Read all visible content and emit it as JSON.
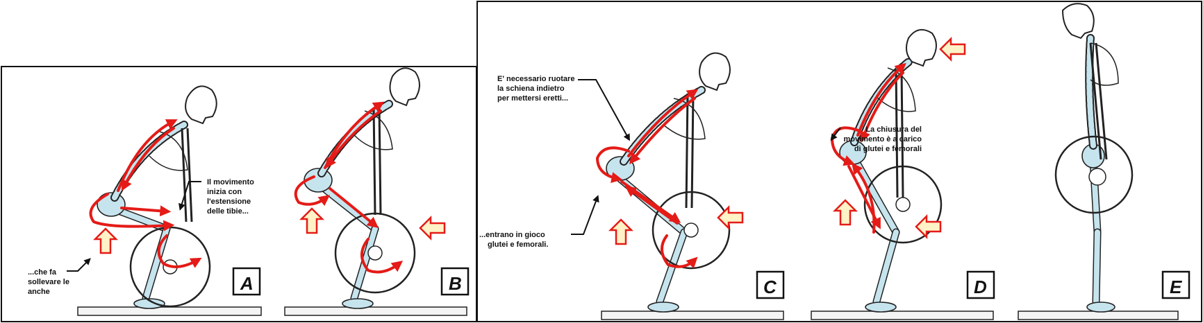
{
  "panels": [
    {
      "id": "A",
      "label": "A"
    },
    {
      "id": "B",
      "label": "B"
    },
    {
      "id": "C",
      "label": "C"
    },
    {
      "id": "D",
      "label": "D"
    },
    {
      "id": "E",
      "label": "E"
    }
  ],
  "annotations": {
    "a_tibie": [
      "Il movimento",
      "inizia con",
      "l'estensione",
      "delle tibie..."
    ],
    "a_anche": [
      "...che fa",
      "sollevare le",
      "anche"
    ],
    "c_schiena": [
      "E' necessario ruotare",
      "la schiena indietro",
      "per mettersi eretti..."
    ],
    "c_glutei": [
      "...entrano in gioco",
      "glutei e femorali."
    ],
    "d_chiusura": [
      "La chiusura del",
      "movimento è a carico",
      "di glutei e femorali"
    ]
  },
  "colors": {
    "bone": "#c6e4ee",
    "arrow_red": "#e41b17",
    "arrow_fill": "#fff2c6"
  }
}
